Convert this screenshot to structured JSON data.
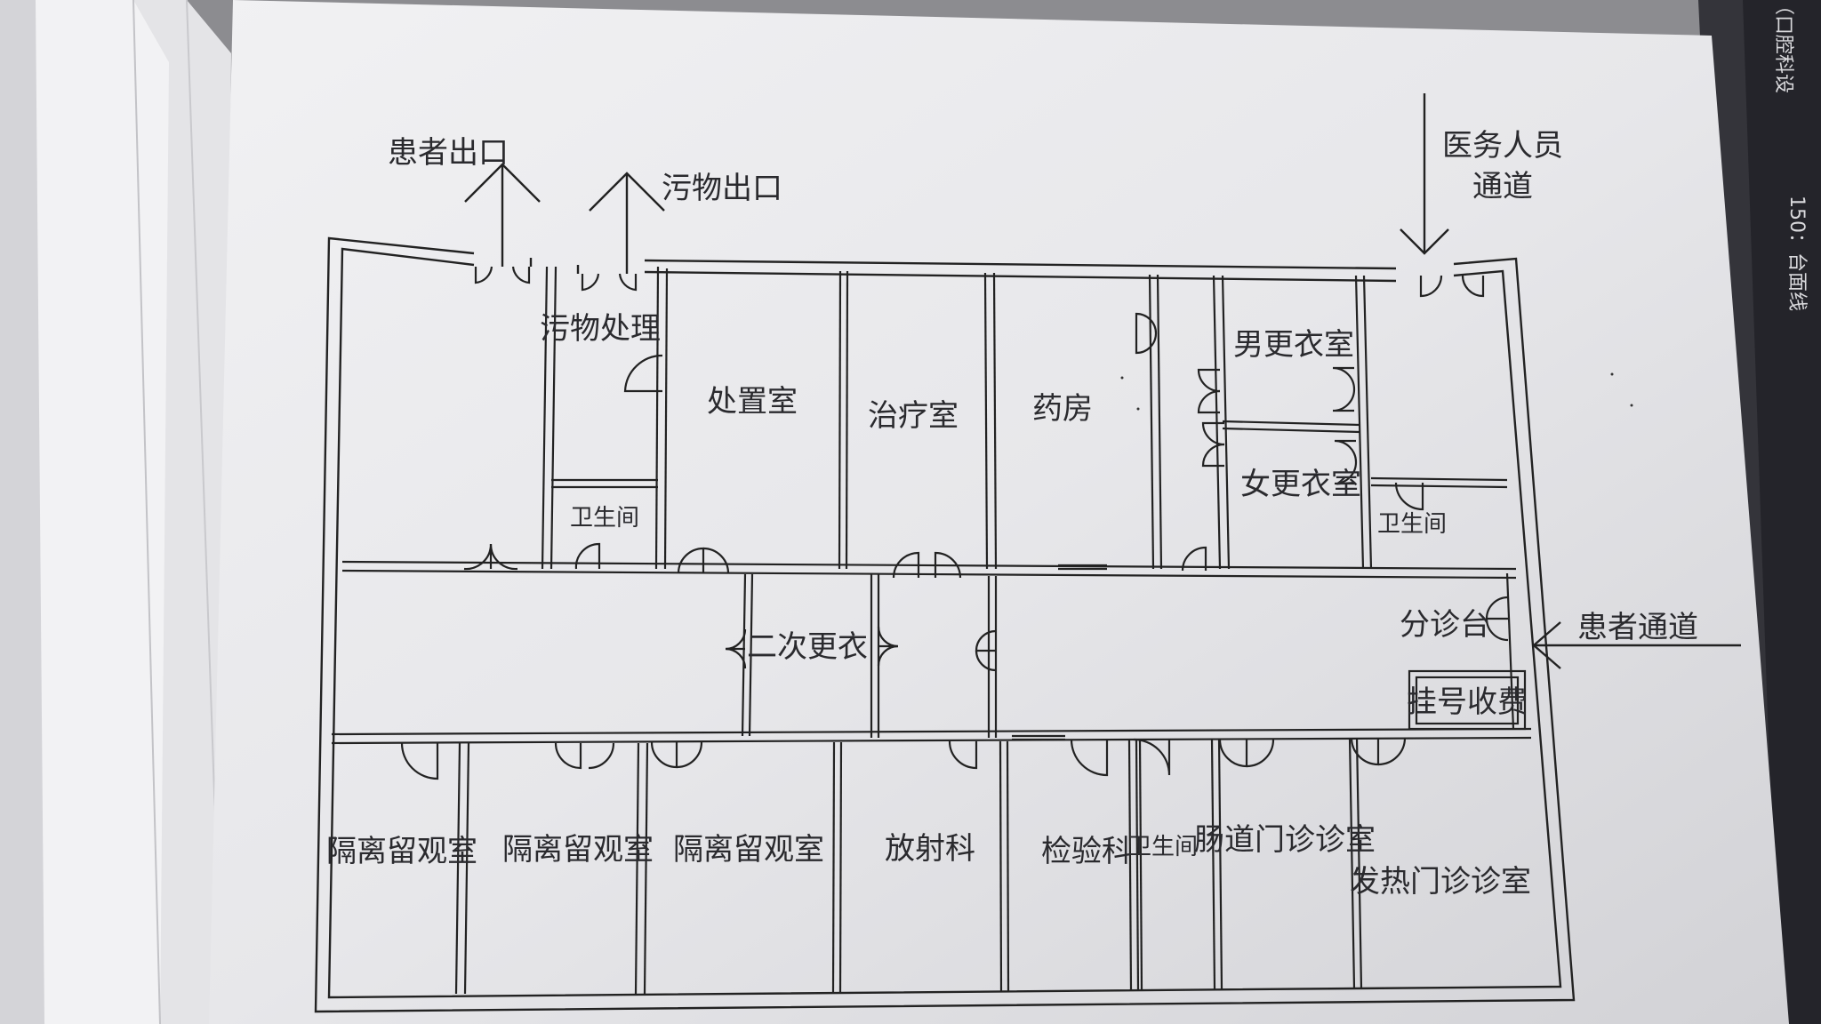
{
  "rooms": {
    "wuwu_chuli": "污物处理",
    "chuzhi_shi": "处置室",
    "zhiliao_shi": "治疗室",
    "yaofang": "药房",
    "nan_gengyi": "男更衣室",
    "nv_gengyi": "女更衣室",
    "weisheng_1": "卫生间",
    "weisheng_2": "卫生间",
    "weisheng_3": "卫生间",
    "erci_gengyi": "二次更衣",
    "fenzhen_tai": "分诊台",
    "guahao": "挂号收费",
    "geli_1": "隔离留观室",
    "geli_2": "隔离留观室",
    "geli_3": "隔离留观室",
    "fangshe": "放射科",
    "jianyan": "检验科",
    "changdao": "肠道门诊诊室",
    "fare": "发热门诊诊室"
  },
  "flows": {
    "patient_exit": "患者出口",
    "waste_exit": "污物出口",
    "staff_line1": "医务人员",
    "staff_line2": "通道",
    "patient_entry": "患者通道"
  },
  "background_text": {
    "strip_1": "（口腔科设",
    "strip_2": "150：台面线"
  }
}
